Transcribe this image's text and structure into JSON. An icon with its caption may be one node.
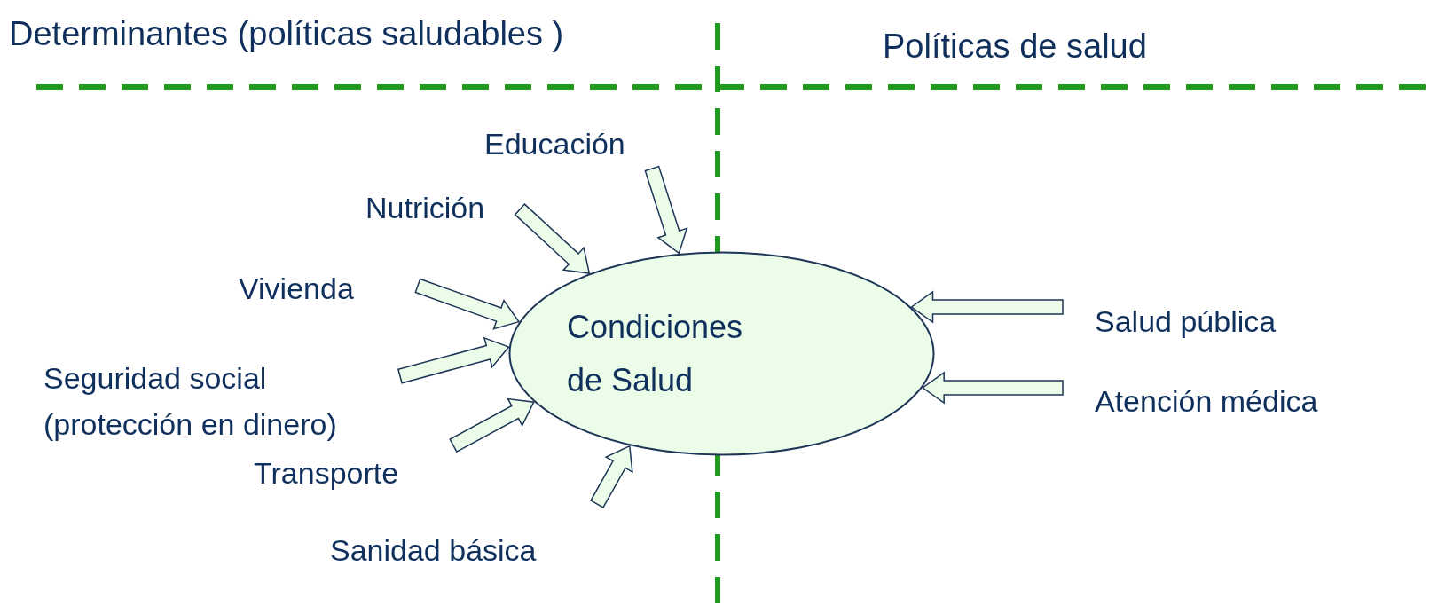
{
  "diagram": {
    "nodes": [
      {
        "text": [
          "Condiciones de Salud"
        ]
      },
      {
        "text": [
          "Educación"
        ]
      },
      {
        "text": [
          "Nutrición"
        ]
      },
      {
        "text": [
          "Vivienda"
        ]
      },
      {
        "text": [
          "Seguridad social (protección en dinero)"
        ]
      },
      {
        "text": [
          "Transporte"
        ]
      },
      {
        "text": [
          "Sanidad básica"
        ]
      },
      {
        "text": [
          "Salud pública"
        ]
      },
      {
        "text": [
          "Atención médica"
        ]
      }
    ],
    "edges": [
      {
        "from": 1,
        "to": 0,
        "arrow": "to"
      },
      {
        "from": 2,
        "to": 0,
        "arrow": "to"
      },
      {
        "from": 3,
        "to": 0,
        "arrow": "to"
      },
      {
        "from": 4,
        "to": 0,
        "arrow": "to"
      },
      {
        "from": 5,
        "to": 0,
        "arrow": "to"
      },
      {
        "from": 6,
        "to": 0,
        "arrow": "to"
      },
      {
        "from": 7,
        "to": 0,
        "arrow": "to"
      },
      {
        "from": 8,
        "to": 0,
        "arrow": "to"
      }
    ],
    "labels": [
      "Determinantes (políticas saludables )",
      "Políticas de salud"
    ]
  }
}
